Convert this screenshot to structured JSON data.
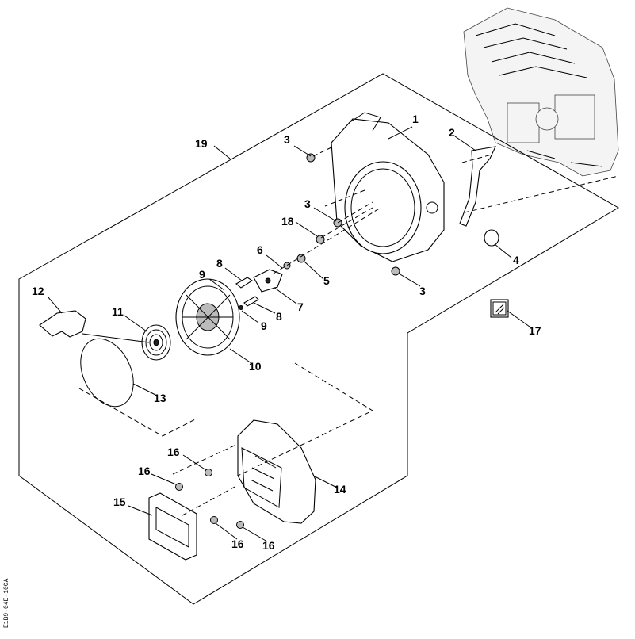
{
  "diagram": {
    "callouts": [
      "1",
      "2",
      "3",
      "3",
      "3",
      "4",
      "5",
      "6",
      "7",
      "8",
      "8",
      "9",
      "9",
      "10",
      "11",
      "12",
      "13",
      "14",
      "15",
      "16",
      "16",
      "16",
      "16",
      "17",
      "18",
      "19"
    ],
    "image_code": "E1B9-04E-10CA"
  }
}
